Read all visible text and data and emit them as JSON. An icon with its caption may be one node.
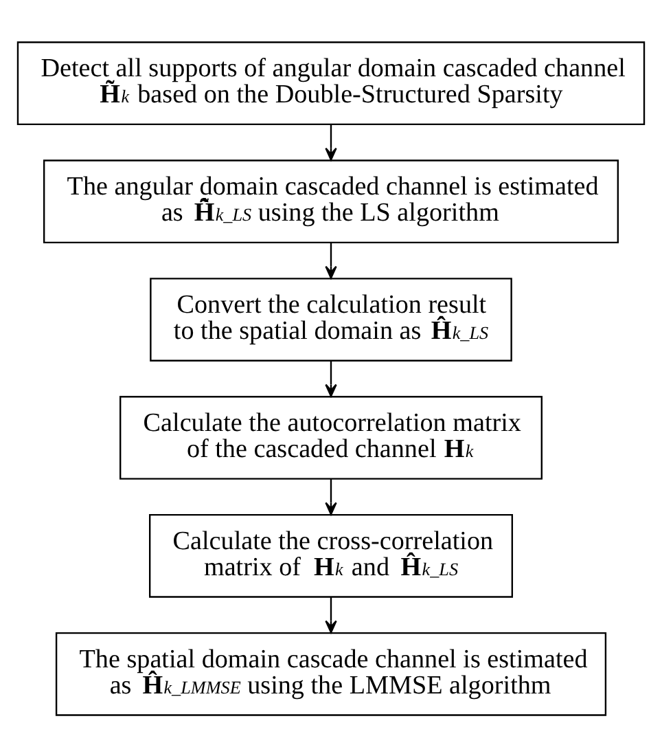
{
  "diagram": {
    "nodes": [
      {
        "text": [
          "Detect all supports of angular domain cascaded channel **H̃**$_{k}$ based on the Double-Structured Sparsity"
        ]
      },
      {
        "text": [
          "The angular domain cascaded channel is estimated as **H̃̂**$_{k_LS}$ using the LS algorithm"
        ]
      },
      {
        "text": [
          "Convert the calculation result to the spatial domain as **Ĥ**$_{k_LS}$"
        ]
      },
      {
        "text": [
          "Calculate the autocorrelation matrix of the cascaded channel **H**$_{k}$"
        ]
      },
      {
        "text": [
          "Calculate the cross-correlation matrix of **H**$_{k}$ and **Ĥ**$_{k_LS}$"
        ]
      },
      {
        "text": [
          "The spatial domain cascade channel is estimated as **Ĥ**$_{k_LMMSE}$ using the LMMSE algorithm"
        ]
      }
    ],
    "edges": [
      {
        "from": 0,
        "to": 1,
        "arrow": "to"
      },
      {
        "from": 1,
        "to": 2,
        "arrow": "to"
      },
      {
        "from": 2,
        "to": 3,
        "arrow": "to"
      },
      {
        "from": 3,
        "to": 4,
        "arrow": "to"
      },
      {
        "from": 4,
        "to": 5,
        "arrow": "to"
      }
    ]
  }
}
